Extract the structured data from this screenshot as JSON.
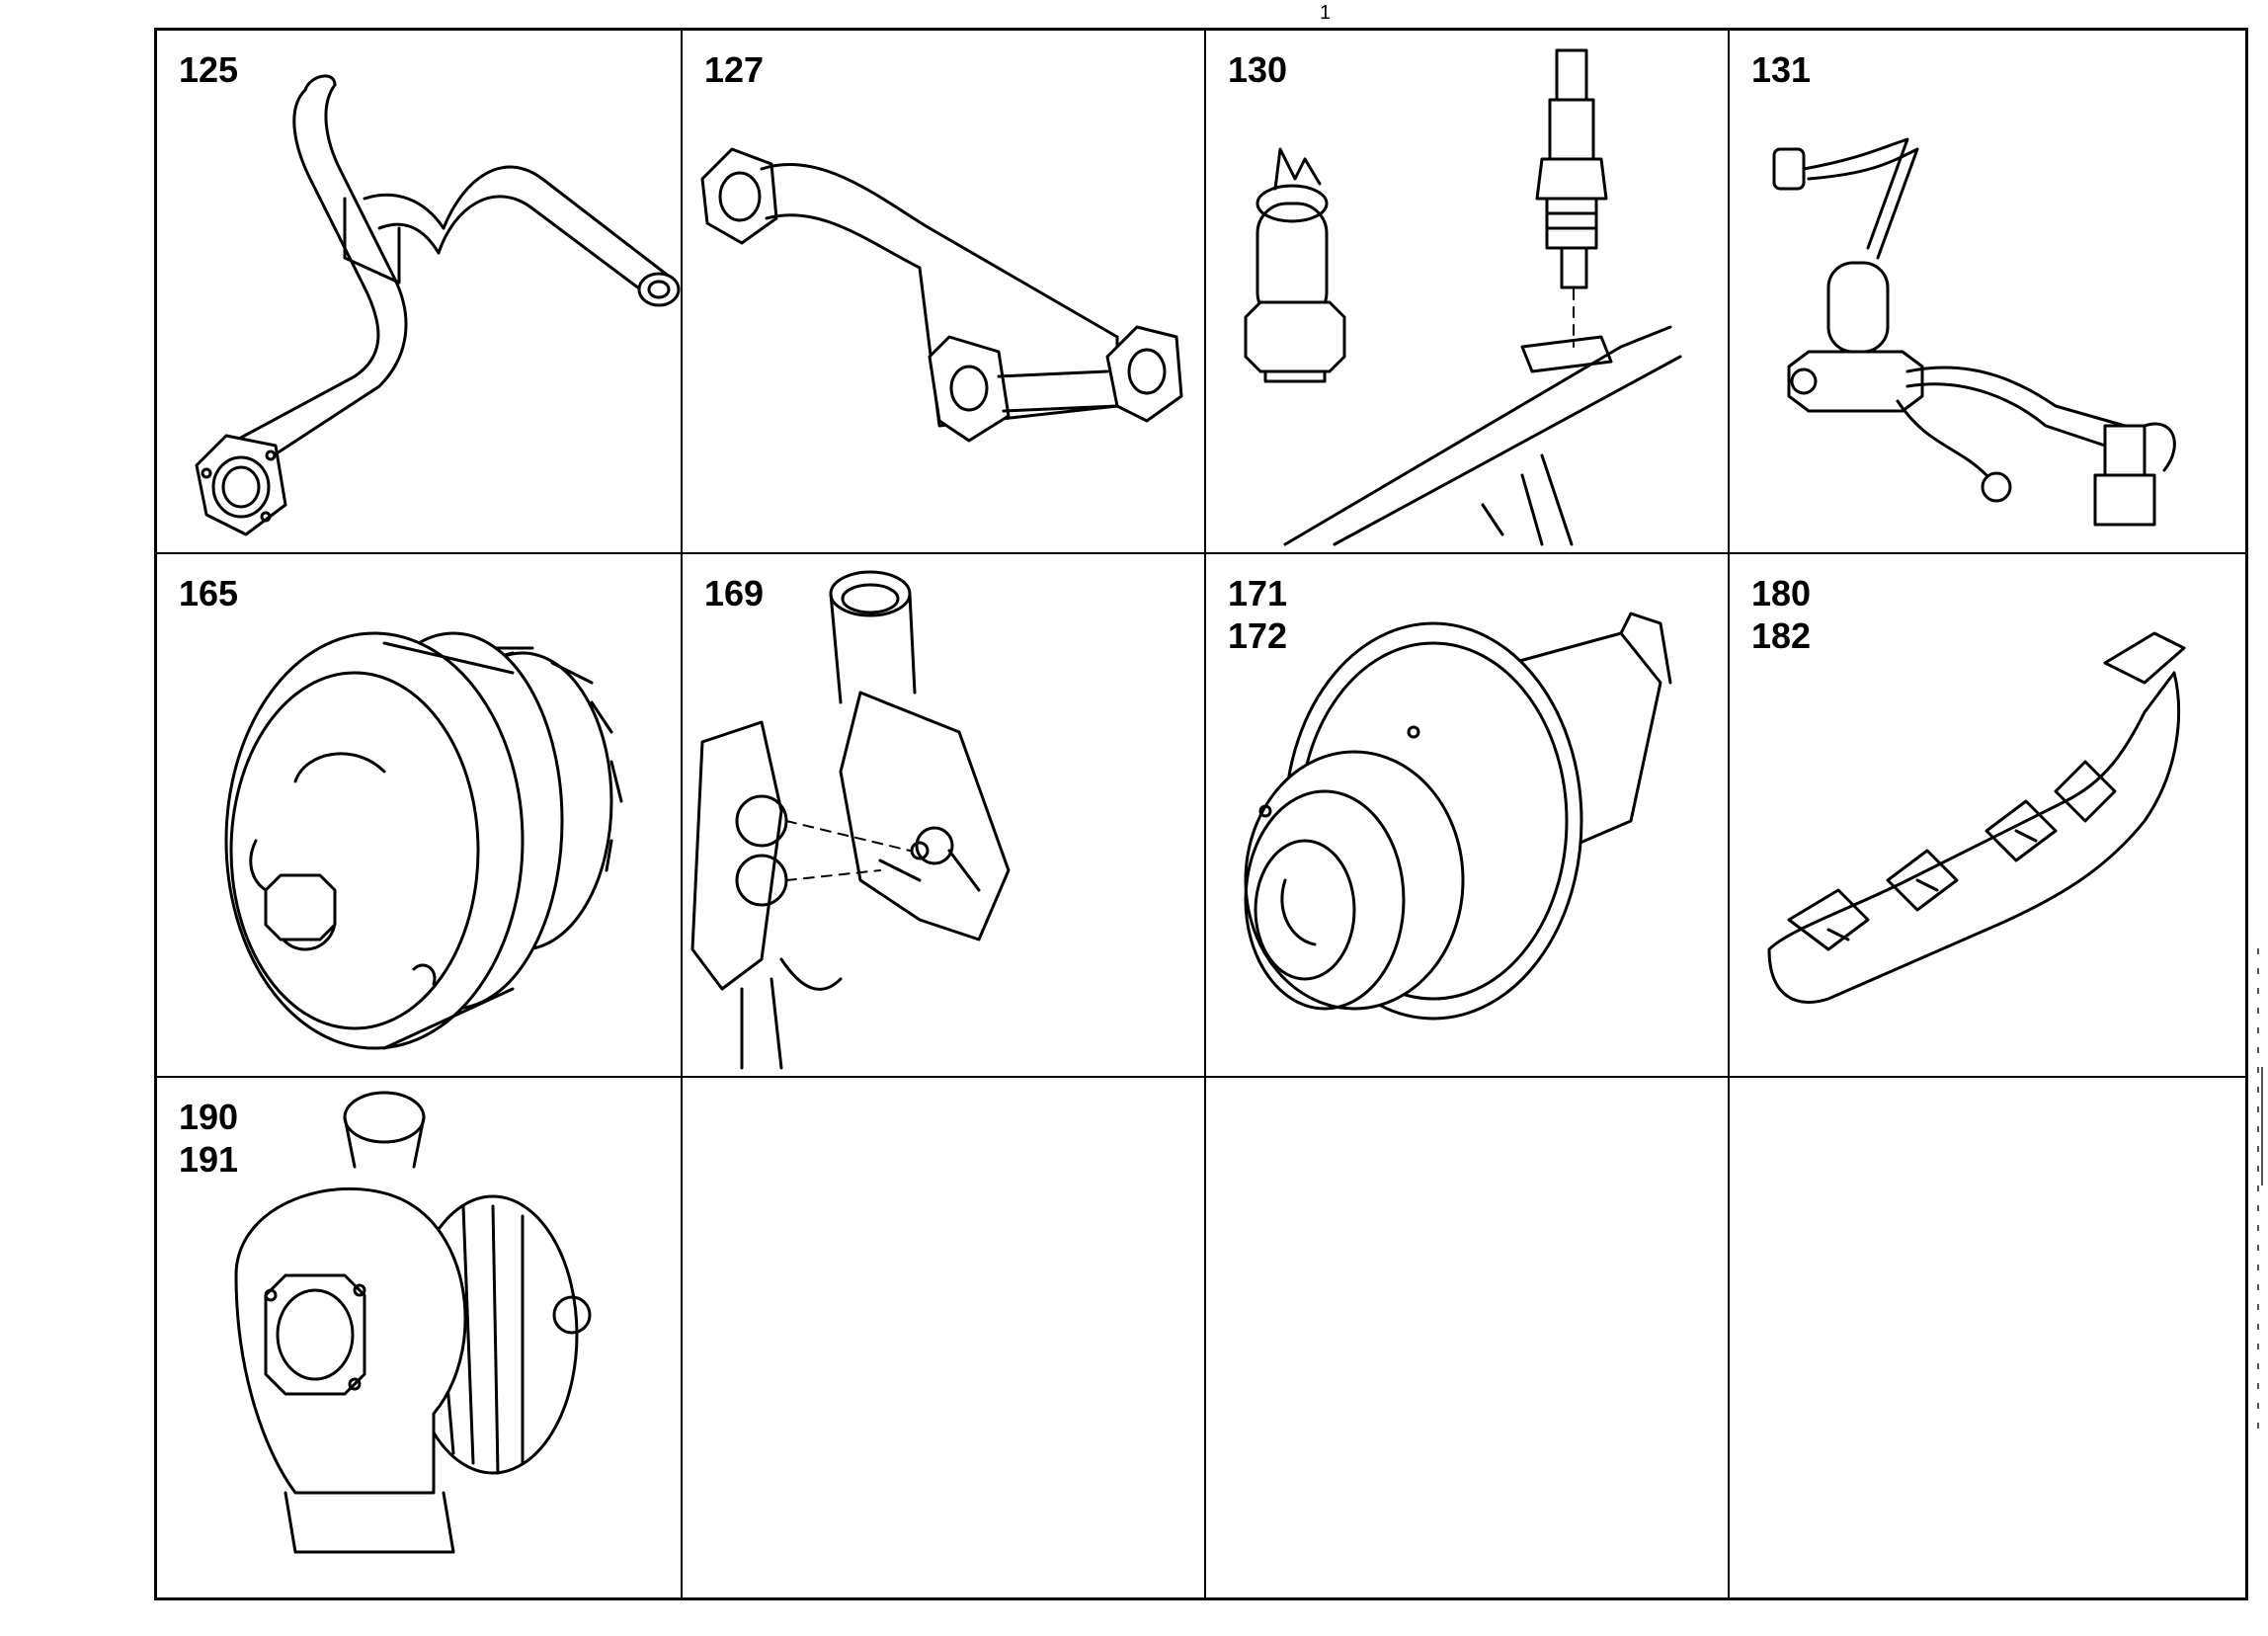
{
  "page": {
    "top_mark": "1"
  },
  "cells": [
    {
      "labels": [
        "125"
      ],
      "part": "exhaust-pipe"
    },
    {
      "labels": [
        "127"
      ],
      "part": "exhaust-pipe-y"
    },
    {
      "labels": [
        "130"
      ],
      "part": "sensor-and-injector"
    },
    {
      "labels": [
        "131"
      ],
      "part": "injection-lines"
    },
    {
      "labels": [
        "165"
      ],
      "part": "fan-clutch"
    },
    {
      "labels": [
        "169"
      ],
      "part": "thermostat-housing"
    },
    {
      "labels": [
        "171",
        "172"
      ],
      "part": "water-pump"
    },
    {
      "labels": [
        "180",
        "182"
      ],
      "part": "exhaust-manifold"
    },
    {
      "labels": [
        "190",
        "191"
      ],
      "part": "turbocharger"
    },
    {
      "labels": [],
      "part": ""
    },
    {
      "labels": [],
      "part": ""
    },
    {
      "labels": [],
      "part": ""
    }
  ],
  "colors": {
    "line": "#000000",
    "background": "#ffffff"
  }
}
